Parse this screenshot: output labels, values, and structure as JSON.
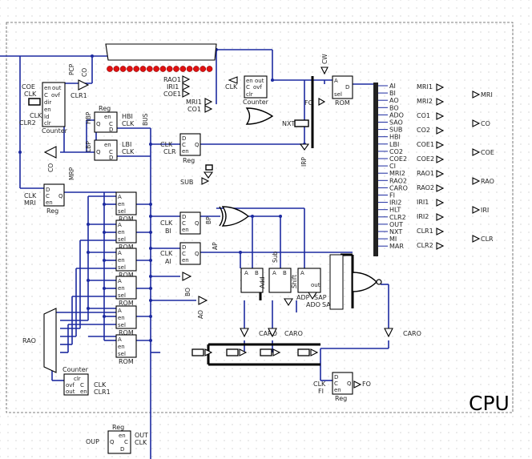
{
  "title": "CPU",
  "bus_label": "BUS",
  "component_names": {
    "counter": "Counter",
    "reg": "Reg",
    "rom": "ROM"
  },
  "pins": {
    "en": "en",
    "out": "out",
    "clk": "CLK",
    "c": "C",
    "ovf": "ovf",
    "clr": "clr",
    "dir": "dir",
    "ld": "ld",
    "d": "D",
    "q": "Q",
    "a": "A",
    "sel": "sel",
    "b": "B"
  },
  "control_signals": [
    "AI",
    "BI",
    "AO",
    "BO",
    "ADO",
    "SAO",
    "SUB",
    "HBI",
    "LBI",
    "CO2",
    "COE2",
    "CI",
    "MRI2",
    "RAO2",
    "CARO",
    "FI",
    "IRI2",
    "HLT",
    "CLR2",
    "OUT",
    "NXT",
    "MI",
    "MAR"
  ],
  "or_gates": [
    {
      "inputs": [
        "MRI1",
        "MRI2"
      ],
      "output": "MRI"
    },
    {
      "inputs": [
        "CO1",
        "CO2"
      ],
      "output": "CO"
    },
    {
      "inputs": [
        "COE1",
        "COE2"
      ],
      "output": "COE"
    },
    {
      "inputs": [
        "RAO1",
        "RAO2"
      ],
      "output": "RAO"
    },
    {
      "inputs": [
        "IRI1",
        "IRI2"
      ],
      "output": "IRI"
    },
    {
      "inputs": [
        "CLR1",
        "CLR2"
      ],
      "output": "CLR"
    }
  ],
  "labels": {
    "pcp": "PCP",
    "co": "CO",
    "coe": "COE",
    "clk": "CLK",
    "clr": "CLR",
    "clr1": "CLR1",
    "clr2": "CLR2",
    "hbi": "HBI",
    "lbi": "LBI",
    "hbp": "HBP",
    "lbp": "LBP",
    "mrp": "MRP",
    "mri": "MRI",
    "rao1": "RAO1",
    "iri1": "IRI1",
    "coe1": "COE1",
    "mri1": "MRI1",
    "co1": "CO1",
    "cw": "CW",
    "fo": "FO",
    "nxt": "NXT",
    "irp": "IRP",
    "sub": "SUB",
    "ai": "AI",
    "bi": "BI",
    "ap": "AP",
    "bp": "BP",
    "ao": "AO",
    "bo": "BO",
    "add": "Add",
    "sub_unit": "Sub",
    "shift": "Shift",
    "ado": "ADO",
    "sao": "SAO",
    "sap": "SAP",
    "adp": "ADP",
    "caro": "CARO",
    "fi": "FI",
    "out_sig": "OUT",
    "oup": "OUP",
    "rao": "RAO"
  }
}
